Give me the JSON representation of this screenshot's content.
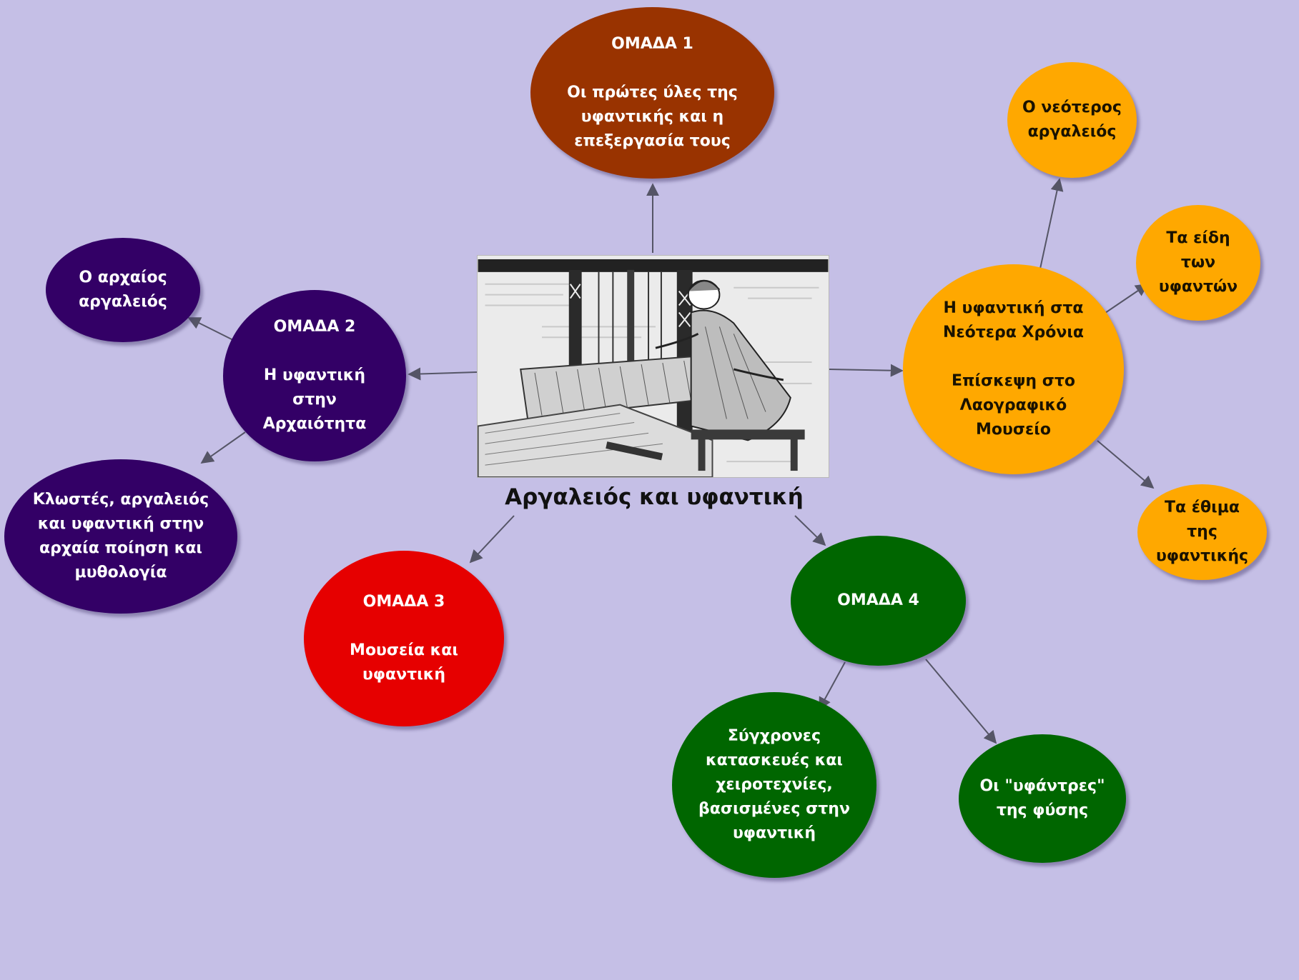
{
  "center": {
    "title": "Αργαλειός και υφαντική",
    "image_icon": "loom-illustration"
  },
  "colors": {
    "background": "#c5bfe6",
    "group1": "#993300",
    "group2": "#330066",
    "group3": "#e60000",
    "group4": "#006600",
    "group5": "#ffa800",
    "edge": "#555566"
  },
  "nodes": {
    "group1": {
      "label": "ΟΜΑΔΑ 1\n\nΟι πρώτες ύλες της\nυφαντικής και η\nεπεξεργασία τους"
    },
    "group2": {
      "label": "ΟΜΑΔΑ 2\n\nΗ υφαντική\nστην\nΑρχαιότητα"
    },
    "ancient_loom": {
      "label": "Ο αρχαίος\nαργαλειός"
    },
    "ancient_poetry": {
      "label": "Κλωστές, αργαλειός\nκαι υφαντική στην\nαρχαία ποίηση και\nμυθολογία"
    },
    "group3": {
      "label": "ΟΜΑΔΑ 3\n\nΜουσεία και\nυφαντική"
    },
    "group4": {
      "label": "ΟΜΑΔΑ 4"
    },
    "modern_crafts": {
      "label": "Σύγχρονες\nκατασκευές και\nχειροτεχνίες,\nβασισμένες στην\nυφαντική"
    },
    "nature_weavers": {
      "label": "Οι \"υφάντρες\"\nτης φύσης"
    },
    "modern_times": {
      "label": "Η υφαντική στα\nΝεότερα Χρόνια\n\nΕπίσκεψη στο\nΛαογραφικό\nΜουσείο"
    },
    "newer_loom": {
      "label": "Ο νεότερος\nαργαλειός"
    },
    "fabric_types": {
      "label": "Τα είδη\nτων\nυφαντών"
    },
    "weaving_customs": {
      "label": "Τα έθιμα\nτης\nυφαντικής"
    }
  }
}
